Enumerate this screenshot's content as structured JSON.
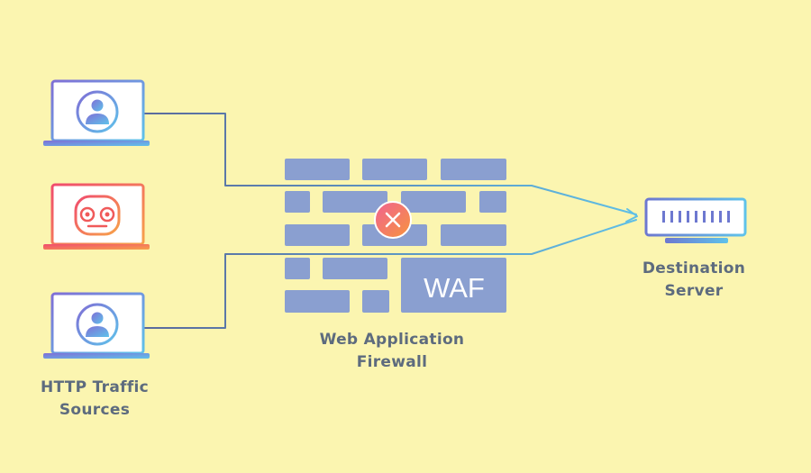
{
  "sources_label": {
    "line1": "HTTP Traffic",
    "line2": "Sources"
  },
  "firewall": {
    "badge": "WAF",
    "label_line1": "Web Application",
    "label_line2": "Firewall"
  },
  "destination_label": {
    "line1": "Destination",
    "line2": "Server"
  },
  "icons": {
    "legit_user": "user-icon",
    "attacker": "robot-icon",
    "blocked": "block-x-icon",
    "server": "server-icon"
  },
  "colors": {
    "background": "#fbf5b0",
    "wall_brick": "#8a9fd0",
    "legit_traffic": "#5b6ea0",
    "malicious_traffic": "#f0645a",
    "text": "#5d6b7e"
  }
}
